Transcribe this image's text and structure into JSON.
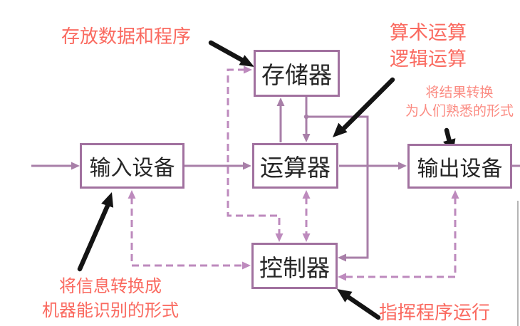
{
  "boxes": {
    "memory": {
      "label": "存储器"
    },
    "alu": {
      "label": "运算器"
    },
    "input": {
      "label": "输入设备"
    },
    "output": {
      "label": "输出设备"
    },
    "control": {
      "label": "控制器"
    }
  },
  "annotations": {
    "memory_note": {
      "text": "存放数据和程序"
    },
    "alu_note": {
      "line1": "算术运算",
      "line2": "逻辑运算"
    },
    "output_note": {
      "line1": "将结果转换",
      "line2": "为人们熟悉的形式"
    },
    "input_note": {
      "line1": "将信息转换成",
      "line2": "机器能识别的形式"
    },
    "control_note": {
      "text": "指挥程序运行"
    }
  },
  "icons": {
    "cursor": "mouse-pointer-icon"
  },
  "colors": {
    "box_border": "#a1719f",
    "solid_connector": "#a87fa8",
    "dashed_connector": "#bd8abd",
    "annotation_red": "#fa6a60",
    "annotation_red_light": "#fb8b82",
    "arrow_black": "#141414",
    "edge_line_gray": "#b5b5b5"
  }
}
